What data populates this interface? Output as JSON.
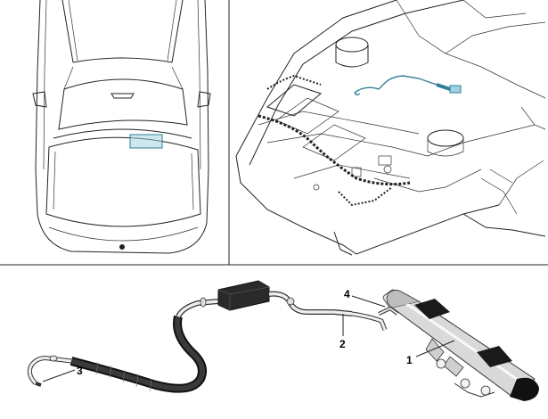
{
  "colors": {
    "line": "#222222",
    "highlight": "#2f7f97",
    "highlight_fill": "#9fd2df",
    "hose_dark": "#2a2a2a",
    "bottle_silver": "#d9d9d9",
    "background": "#ffffff"
  },
  "callouts": [
    {
      "id": "1",
      "label": "1",
      "part": "receiver-dryer-bottle"
    },
    {
      "id": "2",
      "label": "2",
      "part": "ac-line"
    },
    {
      "id": "3",
      "label": "3",
      "part": "hose-end-fitting"
    },
    {
      "id": "4",
      "label": "4",
      "part": "pipe-connection"
    }
  ]
}
